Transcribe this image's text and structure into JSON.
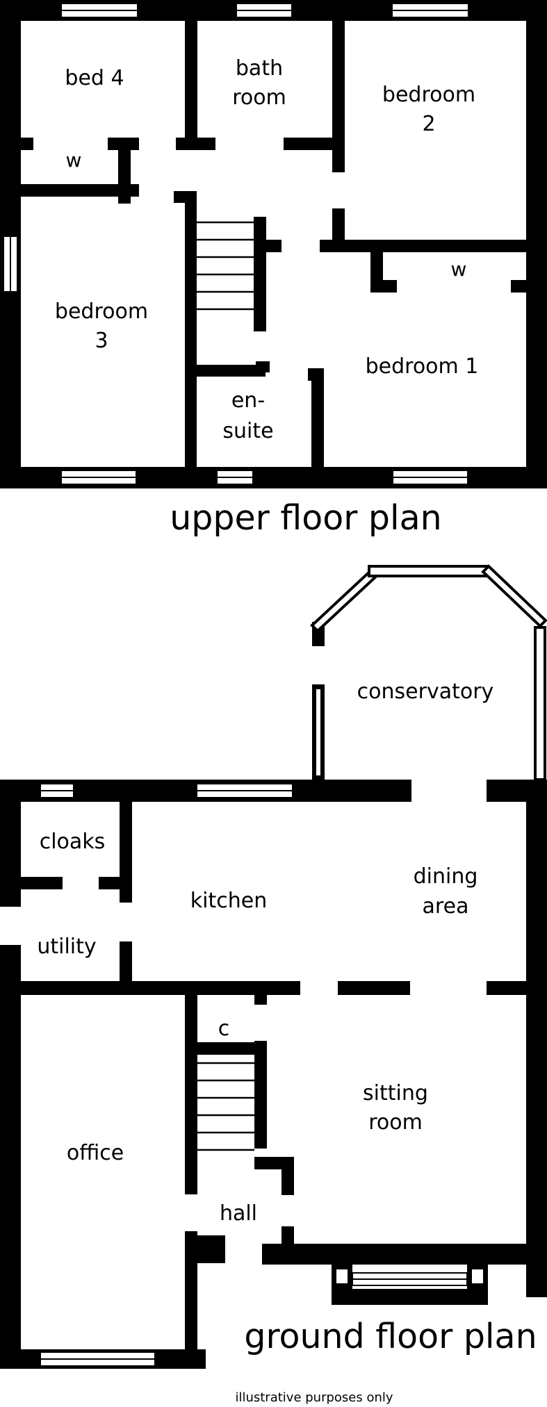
{
  "upper": {
    "title": "upper floor plan",
    "rooms": {
      "bed4": "bed 4",
      "w1": "w",
      "bath1": "bath",
      "bath2": "room",
      "bedroom2_1": "bedroom",
      "bedroom2_2": "2",
      "bedroom3_1": "bedroom",
      "bedroom3_2": "3",
      "w2": "w",
      "bedroom1": "bedroom 1",
      "ensuite1": "en-",
      "ensuite2": "suite"
    }
  },
  "ground": {
    "title": "ground floor plan",
    "rooms": {
      "conservatory": "conservatory",
      "cloaks": "cloaks",
      "kitchen": "kitchen",
      "dining1": "dining",
      "dining2": "area",
      "utility": "utility",
      "cupboard": "c",
      "sitting1": "sitting",
      "sitting2": "room",
      "office": "office",
      "hall": "hall"
    }
  },
  "footer": {
    "disclaimer": "illustrative purposes only"
  }
}
